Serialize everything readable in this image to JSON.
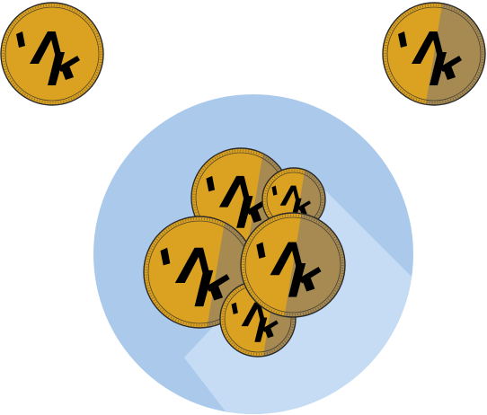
{
  "icon": {
    "name": "coin-stack-icon",
    "badge_color": "#abc9eb",
    "shadow_color": "#c5dcf4"
  },
  "coin": {
    "glyph_name": "coin-glyph-icon",
    "gold_color": "#dba221",
    "shade_color": "#a68a52",
    "outline_color": "#2b2b2b",
    "glyph_color": "#000000"
  },
  "coins": [
    {
      "name": "coin-top-left"
    },
    {
      "name": "coin-top-right"
    },
    {
      "name": "coin-stack-back"
    },
    {
      "name": "coin-stack-small"
    },
    {
      "name": "coin-stack-front-left"
    },
    {
      "name": "coin-stack-bottom"
    },
    {
      "name": "coin-stack-front-right"
    }
  ]
}
